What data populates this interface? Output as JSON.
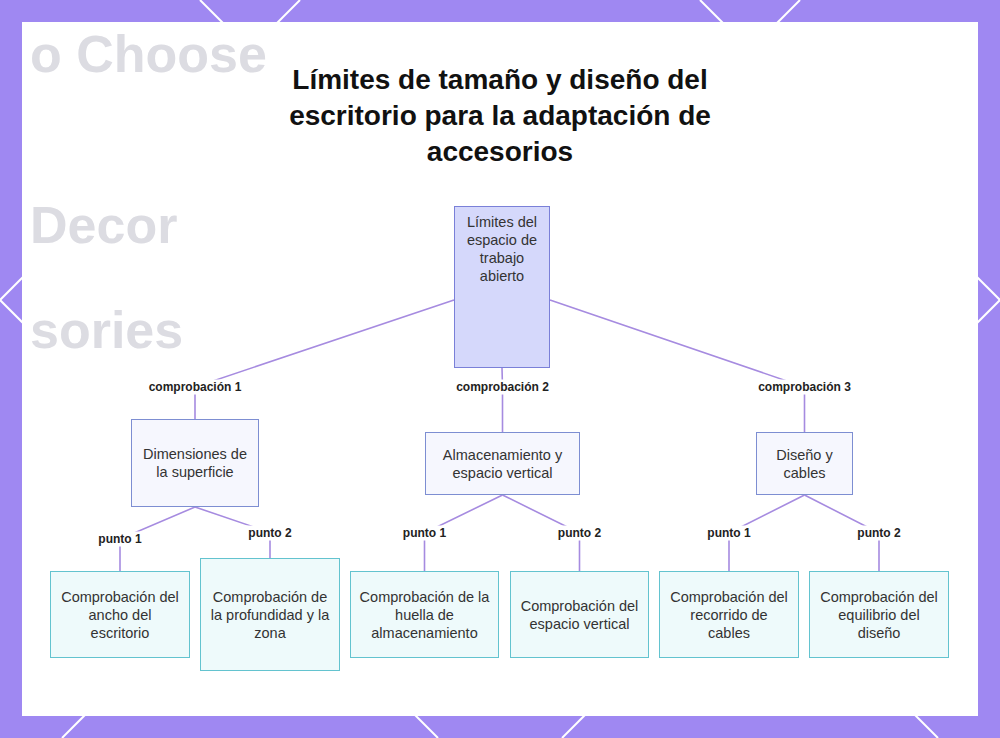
{
  "diagram": {
    "title": "Límites de tamaño y diseño del escritorio para la adaptación de accesorios",
    "nodes": [
      {
        "text": [
          "Límites del espacio de trabajo abierto"
        ]
      },
      {
        "text": [
          "Dimensiones de la superficie"
        ]
      },
      {
        "text": [
          "Almacenamiento y espacio vertical"
        ]
      },
      {
        "text": [
          "Diseño y cables"
        ]
      },
      {
        "text": [
          "Comprobación del ancho del escritorio"
        ]
      },
      {
        "text": [
          "Comprobación de la profundidad y la zona"
        ]
      },
      {
        "text": [
          "Comprobación de la huella de almacenamiento"
        ]
      },
      {
        "text": [
          "Comprobación del espacio vertical"
        ]
      },
      {
        "text": [
          "Comprobación del recorrido de cables"
        ]
      },
      {
        "text": [
          "Comprobación del equilibrio del diseño"
        ]
      }
    ],
    "edges": [
      {
        "from": 0,
        "to": 1,
        "arrow": "none",
        "label": "comprobación 1"
      },
      {
        "from": 0,
        "to": 2,
        "arrow": "none",
        "label": "comprobación 2"
      },
      {
        "from": 0,
        "to": 3,
        "arrow": "none",
        "label": "comprobación 3"
      },
      {
        "from": 1,
        "to": 4,
        "arrow": "none",
        "label": "punto 1"
      },
      {
        "from": 1,
        "to": 5,
        "arrow": "none",
        "label": "punto 2"
      },
      {
        "from": 2,
        "to": 6,
        "arrow": "none",
        "label": "punto 1"
      },
      {
        "from": 2,
        "to": 7,
        "arrow": "none",
        "label": "punto 2"
      },
      {
        "from": 3,
        "to": 8,
        "arrow": "none",
        "label": "punto 1"
      },
      {
        "from": 3,
        "to": 9,
        "arrow": "none",
        "label": "punto 2"
      }
    ],
    "labels": [
      "o Choose",
      "Decor",
      "sories"
    ]
  }
}
